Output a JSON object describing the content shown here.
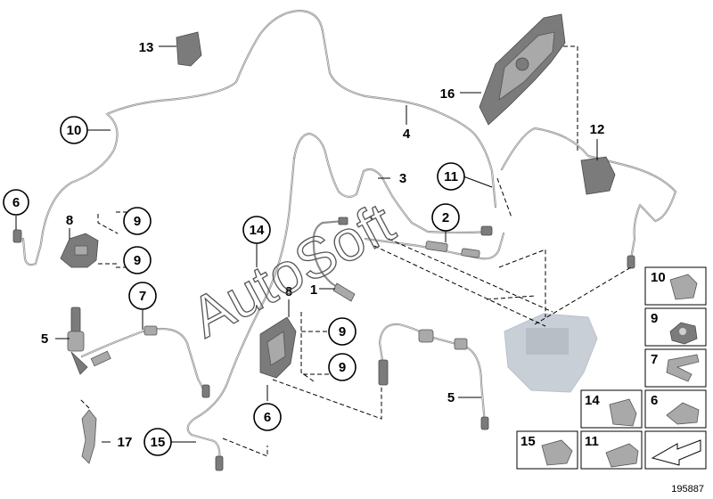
{
  "callouts": {
    "c1": "1",
    "c2": "2",
    "c3": "3",
    "c4": "4",
    "c5a": "5",
    "c5b": "5",
    "c6a": "6",
    "c6b": "6",
    "c7": "7",
    "c8a": "8",
    "c8b": "8",
    "c9a": "9",
    "c9b": "9",
    "c9c": "9",
    "c9d": "9",
    "c10": "10",
    "c11": "11",
    "c12": "12",
    "c13": "13",
    "c14": "14",
    "c15": "15",
    "c16": "16",
    "c17": "17"
  },
  "legend": {
    "b10": "10",
    "b9": "9",
    "b7": "7",
    "b14": "14",
    "b6": "6",
    "b15": "15",
    "b11": "11"
  },
  "watermark": "AutoSoft",
  "reference_number": "195887"
}
